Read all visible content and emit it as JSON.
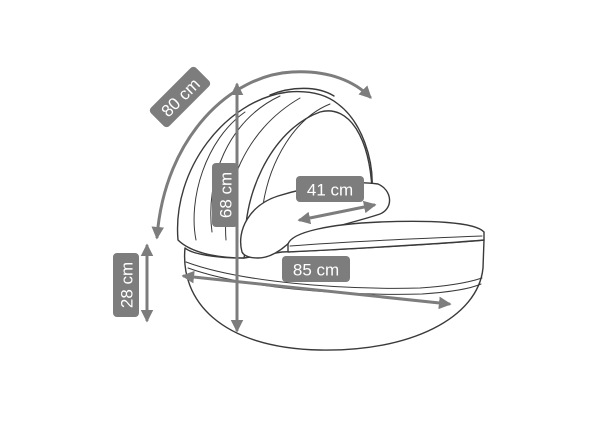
{
  "colors": {
    "dimension": "#7d7d7d",
    "outline": "#3a3a3a",
    "label_text": "#ffffff",
    "background": "#ffffff"
  },
  "dimensions": {
    "canopy_arc": "80 cm",
    "height": "68 cm",
    "mattress_width": "41 cm",
    "length": "85 cm",
    "base_height": "28 cm"
  }
}
